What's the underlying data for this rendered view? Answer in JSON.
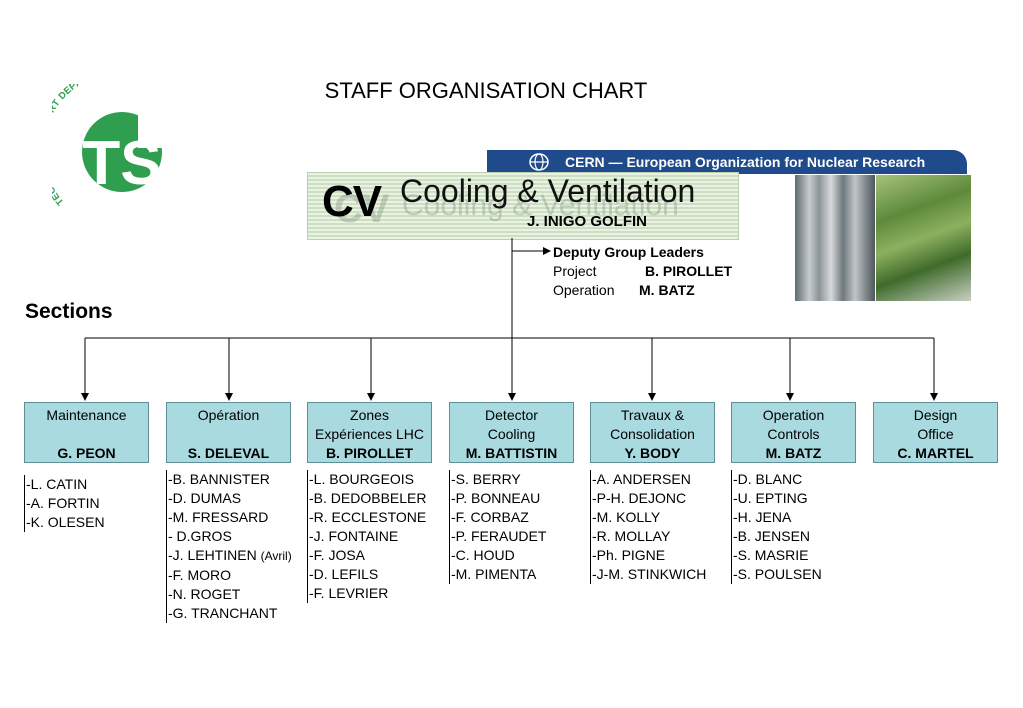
{
  "title": "STAFF ORGANISATION CHART",
  "logo": {
    "ring_text": "TECHNICAL SUPPORT DEPARTMENT",
    "letters": "TS",
    "color": "#2f9e4e"
  },
  "cern_banner": "CERN — European Organization for Nuclear Research",
  "group": {
    "abbr": "CV",
    "name": "Cooling & Ventilation",
    "leader": "J. INIGO GOLFIN"
  },
  "deputy": {
    "heading": "Deputy Group Leaders",
    "rows": [
      {
        "role": "Project",
        "name": "B. PIROLLET"
      },
      {
        "role": "Operation",
        "name": "M. BATZ"
      }
    ]
  },
  "sections_label": "Sections",
  "sections": [
    {
      "line1": "Maintenance",
      "line2": "",
      "head": "G. PEON",
      "members": [
        "-L. CATIN",
        "-A. FORTIN",
        "-K. OLESEN"
      ]
    },
    {
      "line1": "Opération",
      "line2": "",
      "head": "S. DELEVAL",
      "members": [
        "-B. BANNISTER",
        "-D. DUMAS",
        "-M. FRESSARD",
        "- D.GROS",
        "-J. LEHTINEN",
        "-F. MORO",
        "-N. ROGET",
        "-G. TRANCHANT"
      ],
      "member_note": {
        "index": 4,
        "text": "(Avril)"
      }
    },
    {
      "line1": "Zones",
      "line2": "Expériences LHC",
      "head": "B. PIROLLET",
      "members": [
        "-L. BOURGEOIS",
        "-B. DEDOBBELER",
        "-R. ECCLESTONE",
        "-J. FONTAINE",
        "-F. JOSA",
        "-D. LEFILS",
        "-F. LEVRIER"
      ]
    },
    {
      "line1": "Detector",
      "line2": "Cooling",
      "head": "M. BATTISTIN",
      "members": [
        "-S. BERRY",
        "-P. BONNEAU",
        "-F. CORBAZ",
        "-P. FERAUDET",
        "-C. HOUD",
        "-M. PIMENTA"
      ]
    },
    {
      "line1": "Travaux &",
      "line2": "Consolidation",
      "head": "Y. BODY",
      "members": [
        "-A. ANDERSEN",
        "-P-H. DEJONC",
        "-M. KOLLY",
        "-R. MOLLAY",
        "-Ph. PIGNE",
        "-J-M. STINKWICH"
      ]
    },
    {
      "line1": "Operation",
      "line2": "Controls",
      "head": "M. BATZ",
      "members": [
        "-D. BLANC",
        "-U. EPTING",
        "-H. JENA",
        "-B. JENSEN",
        "-S. MASRIE",
        "-S. POULSEN"
      ]
    },
    {
      "line1": "Design",
      "line2": "Office",
      "head": "C. MARTEL",
      "members": []
    }
  ],
  "colors": {
    "section_box": "#a9dae0",
    "banner": "#1f4a8c"
  }
}
